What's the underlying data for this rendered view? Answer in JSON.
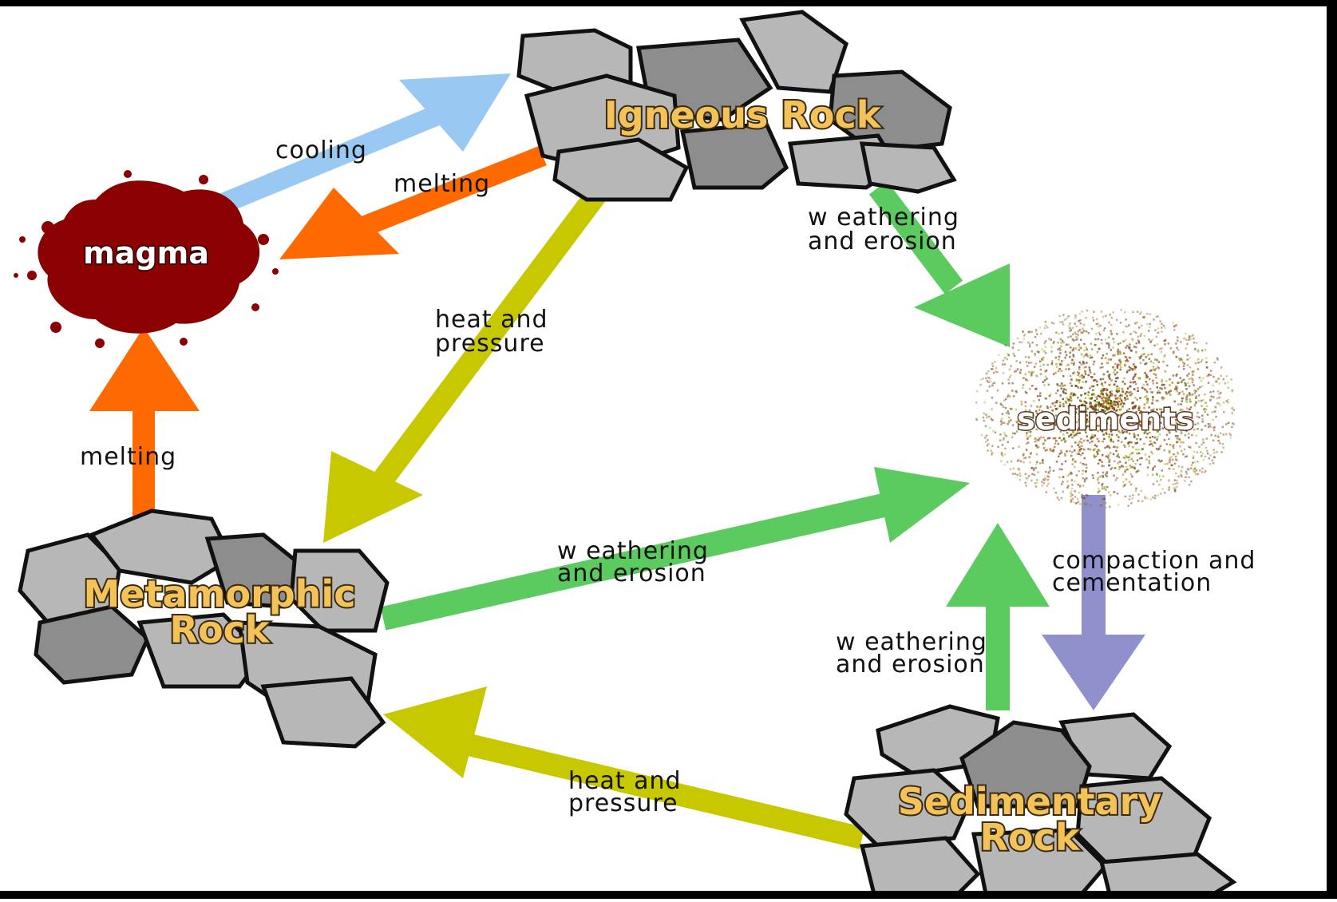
{
  "nodes": {
    "igneous": "Igneous Rock",
    "magma": "magma",
    "sediments": "sediments",
    "metamorphic_line1": "Metamorphic",
    "metamorphic_line2": "Rock",
    "sedimentary_line1": "Sedimentary",
    "sedimentary_line2": "Rock"
  },
  "processes": {
    "cooling": "cooling",
    "melting_igneous": "melting",
    "melting_metamorphic": "melting",
    "heat_pressure_igneous": [
      "heat and",
      "pressure"
    ],
    "heat_pressure_sedimentary": [
      "heat and",
      "pressure"
    ],
    "weathering_igneous": [
      "w eathering",
      "and erosion"
    ],
    "weathering_metamorphic": [
      "w eathering",
      "and erosion"
    ],
    "weathering_sedimentary": [
      "w eathering",
      "and erosion"
    ],
    "compaction": [
      "compaction and",
      "cementation"
    ]
  },
  "colors": {
    "cooling_arrow": "#99c9f2",
    "melting_arrow": "#ff6a00",
    "heat_pressure_arrow": "#c8c800",
    "weathering_arrow": "#5ccb5f",
    "compaction_arrow": "#9090cc",
    "magma": "#8b0000",
    "rock_label": "#f3c35a"
  }
}
